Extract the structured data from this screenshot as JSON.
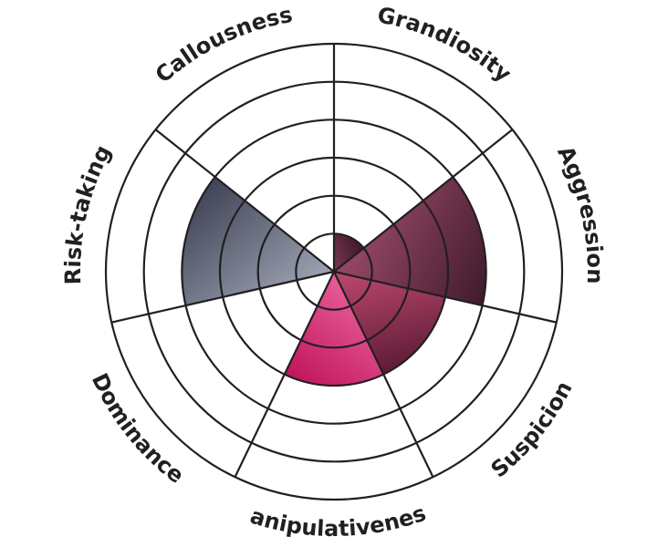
{
  "chart_data": {
    "type": "polar-area",
    "categories": [
      "Grandiosity",
      "Aggression",
      "Suspicion",
      "Manipulativeness",
      "Dominance",
      "Risk-taking",
      "Callousness"
    ],
    "values": [
      1,
      4,
      3,
      3,
      0,
      4,
      0
    ],
    "rlim": [
      0,
      6
    ],
    "grid": true,
    "legend": "none",
    "colors": {
      "Grandiosity": [
        "#7a3a55",
        "#3f1828"
      ],
      "Aggression": [
        "#9a4a6a",
        "#3f1a2c"
      ],
      "Suspicion": [
        "#c04a70",
        "#5a1a35"
      ],
      "Manipulativeness": [
        "#e8609a",
        "#c0135b"
      ],
      "Dominance": [
        "#cccccc",
        "#999999"
      ],
      "Risk-taking": [
        "#a0a6b6",
        "#3e4254"
      ],
      "Callousness": [
        "#cccccc",
        "#999999"
      ]
    }
  }
}
